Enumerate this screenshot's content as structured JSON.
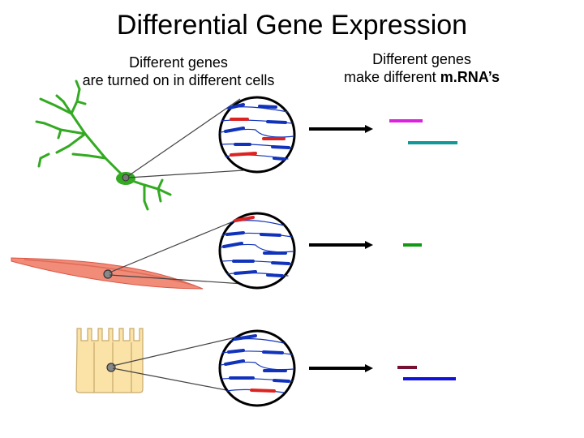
{
  "title": "Differential Gene Expression",
  "left_caption": {
    "line1": "Different genes",
    "line2": "are turned on in different cells"
  },
  "right_caption": {
    "line1": "Different genes",
    "line2_plain": "make different ",
    "line2_bold": "m.RNA’s"
  },
  "colors": {
    "neuron": "#33aa22",
    "muscle": "#f08c78",
    "epithelial": "#fbe3a8",
    "gene_active": "#dd2222",
    "gene_inactive": "#1133bb",
    "mrna_magenta": "#dd22dd",
    "mrna_teal": "#119999",
    "mrna_green": "#119911",
    "mrna_maroon": "#771133",
    "mrna_blue": "#1111dd"
  }
}
